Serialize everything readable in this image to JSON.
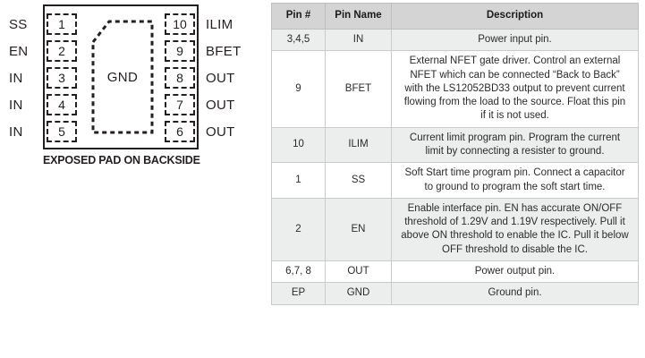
{
  "diagram": {
    "caption": "EXPOSED PAD ON BACKSIDE",
    "center_pad_label": "GND",
    "left_pins": [
      {
        "number": "1",
        "name": "SS"
      },
      {
        "number": "2",
        "name": "EN"
      },
      {
        "number": "3",
        "name": "IN"
      },
      {
        "number": "4",
        "name": "IN"
      },
      {
        "number": "5",
        "name": "IN"
      }
    ],
    "right_pins": [
      {
        "number": "10",
        "name": "ILIM"
      },
      {
        "number": "9",
        "name": "BFET"
      },
      {
        "number": "8",
        "name": "OUT"
      },
      {
        "number": "7",
        "name": "OUT"
      },
      {
        "number": "6",
        "name": "OUT"
      }
    ]
  },
  "table": {
    "headers": {
      "pin_number": "Pin #",
      "pin_name": "Pin Name",
      "description": "Description"
    },
    "rows": [
      {
        "pin_number": "3,4,5",
        "pin_name": "IN",
        "description": "Power input pin."
      },
      {
        "pin_number": "9",
        "pin_name": "BFET",
        "description": "External NFET gate driver. Control an external NFET which can be connected “Back to Back” with the LS12052BD33 output to prevent current flowing from the load to the source. Float this pin if it is not used."
      },
      {
        "pin_number": "10",
        "pin_name": "ILIM",
        "description": "Current limit program pin. Program the current limit by connecting a resister to ground."
      },
      {
        "pin_number": "1",
        "pin_name": "SS",
        "description": "Soft Start time program pin. Connect a capacitor to ground to program the soft start time."
      },
      {
        "pin_number": "2",
        "pin_name": "EN",
        "description": "Enable interface pin. EN has accurate ON/OFF threshold of 1.29V and 1.19V respectively. Pull it above ON threshold to enable the IC. Pull it below OFF threshold to disable the IC."
      },
      {
        "pin_number": "6,7, 8",
        "pin_name": "OUT",
        "description": "Power output pin."
      },
      {
        "pin_number": "EP",
        "pin_name": "GND",
        "description": "Ground pin."
      }
    ]
  },
  "colors": {
    "header_background": "#d4d4d4",
    "shaded_row_background": "#eceeed",
    "plain_row_background": "#ffffff",
    "border": "#c9cbca",
    "ink": "#231f20"
  }
}
